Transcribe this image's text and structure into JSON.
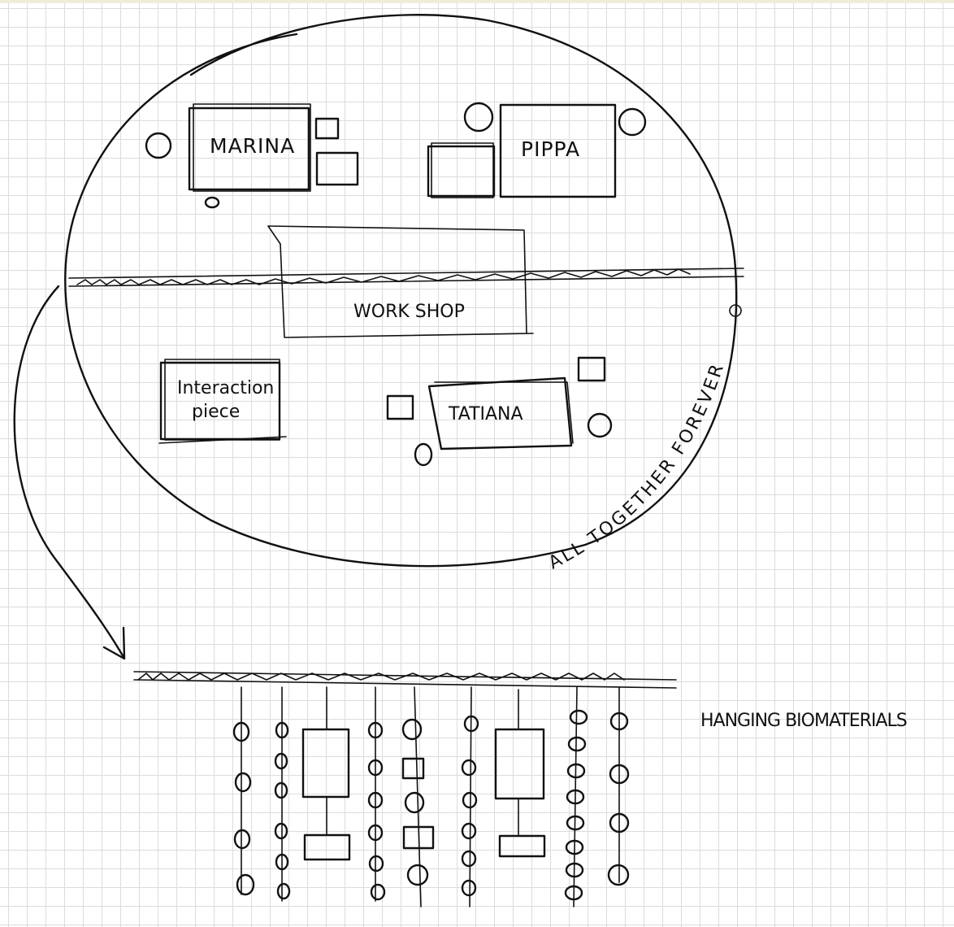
{
  "labels": {
    "marina": "MARINA",
    "pippa": "PIPPA",
    "workshop": "WORK SHOP",
    "interaction_line1": "Interaction",
    "interaction_line2": "piece",
    "tatiana": "TATIANA",
    "all_together": "ALL TOGETHER FOREVER",
    "hanging": "HANGING   BIOMATERIALS"
  },
  "colors": {
    "ink": "#111111",
    "grid": "#d9dde0",
    "paper": "#ffffff"
  }
}
